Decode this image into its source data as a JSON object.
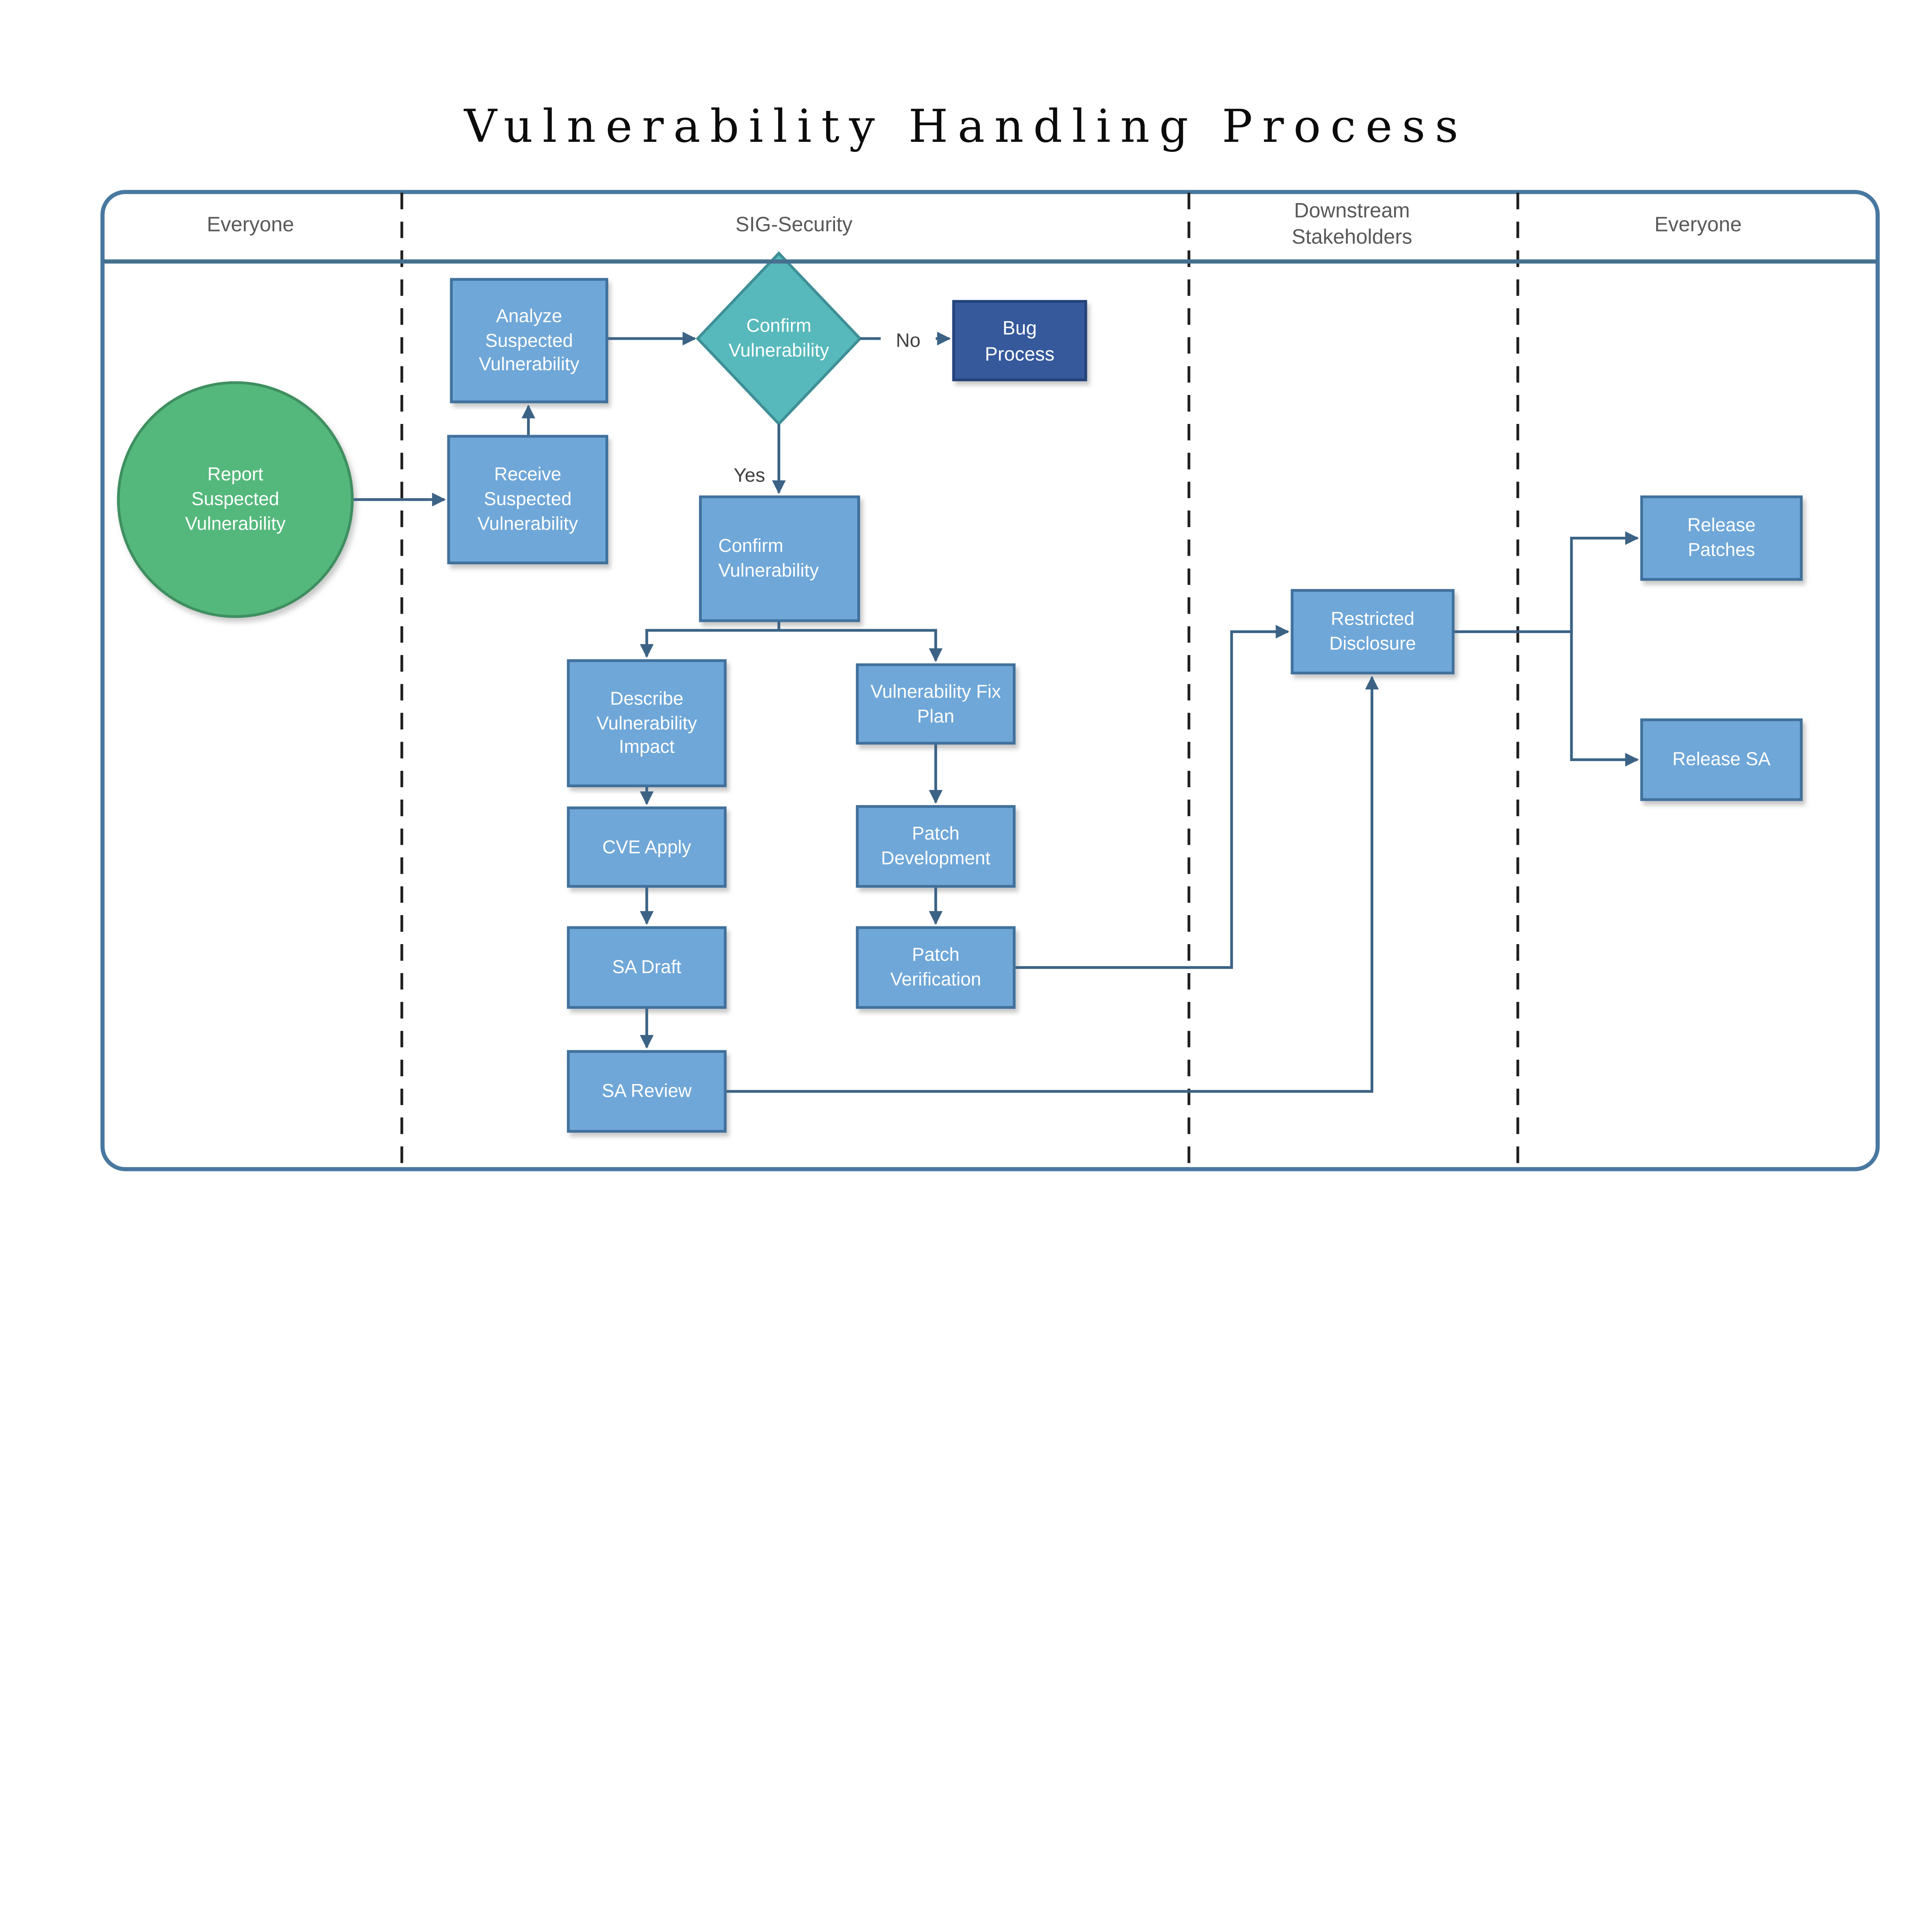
{
  "title": "Vulnerability Handling Process",
  "lanes": [
    {
      "label": "Everyone"
    },
    {
      "label": "SIG-Security"
    },
    {
      "label": "Downstream Stakeholders"
    },
    {
      "label": "Everyone"
    }
  ],
  "edge_labels": {
    "yes": "Yes",
    "no": "No"
  },
  "nodes": {
    "start": {
      "label": "Report Suspected Vulnerability",
      "type": "start"
    },
    "receive": {
      "label": "Receive Suspected Vulnerability",
      "type": "process"
    },
    "analyze": {
      "label": "Analyze Suspected Vulnerability",
      "type": "process"
    },
    "decision": {
      "label": "Confirm Vulnerability",
      "type": "decision"
    },
    "bug_process": {
      "label": "Bug Process",
      "type": "terminal"
    },
    "confirm": {
      "label": "Confirm Vulnerability",
      "type": "process"
    },
    "describe_impact": {
      "label": "Describe Vulnerability Impact",
      "type": "process"
    },
    "cve_apply": {
      "label": "CVE Apply",
      "type": "process"
    },
    "sa_draft": {
      "label": "SA Draft",
      "type": "process"
    },
    "sa_review": {
      "label": "SA Review",
      "type": "process"
    },
    "fix_plan": {
      "label": "Vulnerability Fix Plan",
      "type": "process"
    },
    "patch_dev": {
      "label": "Patch Development",
      "type": "process"
    },
    "patch_verification": {
      "label": "Patch Verification",
      "type": "process"
    },
    "restricted_disclosure": {
      "label": "Restricted Disclosure",
      "type": "process"
    },
    "release_patches": {
      "label": "Release Patches",
      "type": "process"
    },
    "release_sa": {
      "label": "Release SA",
      "type": "process"
    }
  },
  "colors": {
    "box_fill": "#6FA7D8",
    "box_border": "#41719C",
    "decision_fill": "#57B9BC",
    "decision_border": "#3E8F96",
    "terminal_fill": "#36599C",
    "terminal_border": "#24437A",
    "start_fill": "#54B87C",
    "start_border": "#3F8F60",
    "line": "#3C6385",
    "frame": "#4878A0",
    "header_line": "#45708F",
    "lane_text": "#595959",
    "label_text": "#404040"
  }
}
